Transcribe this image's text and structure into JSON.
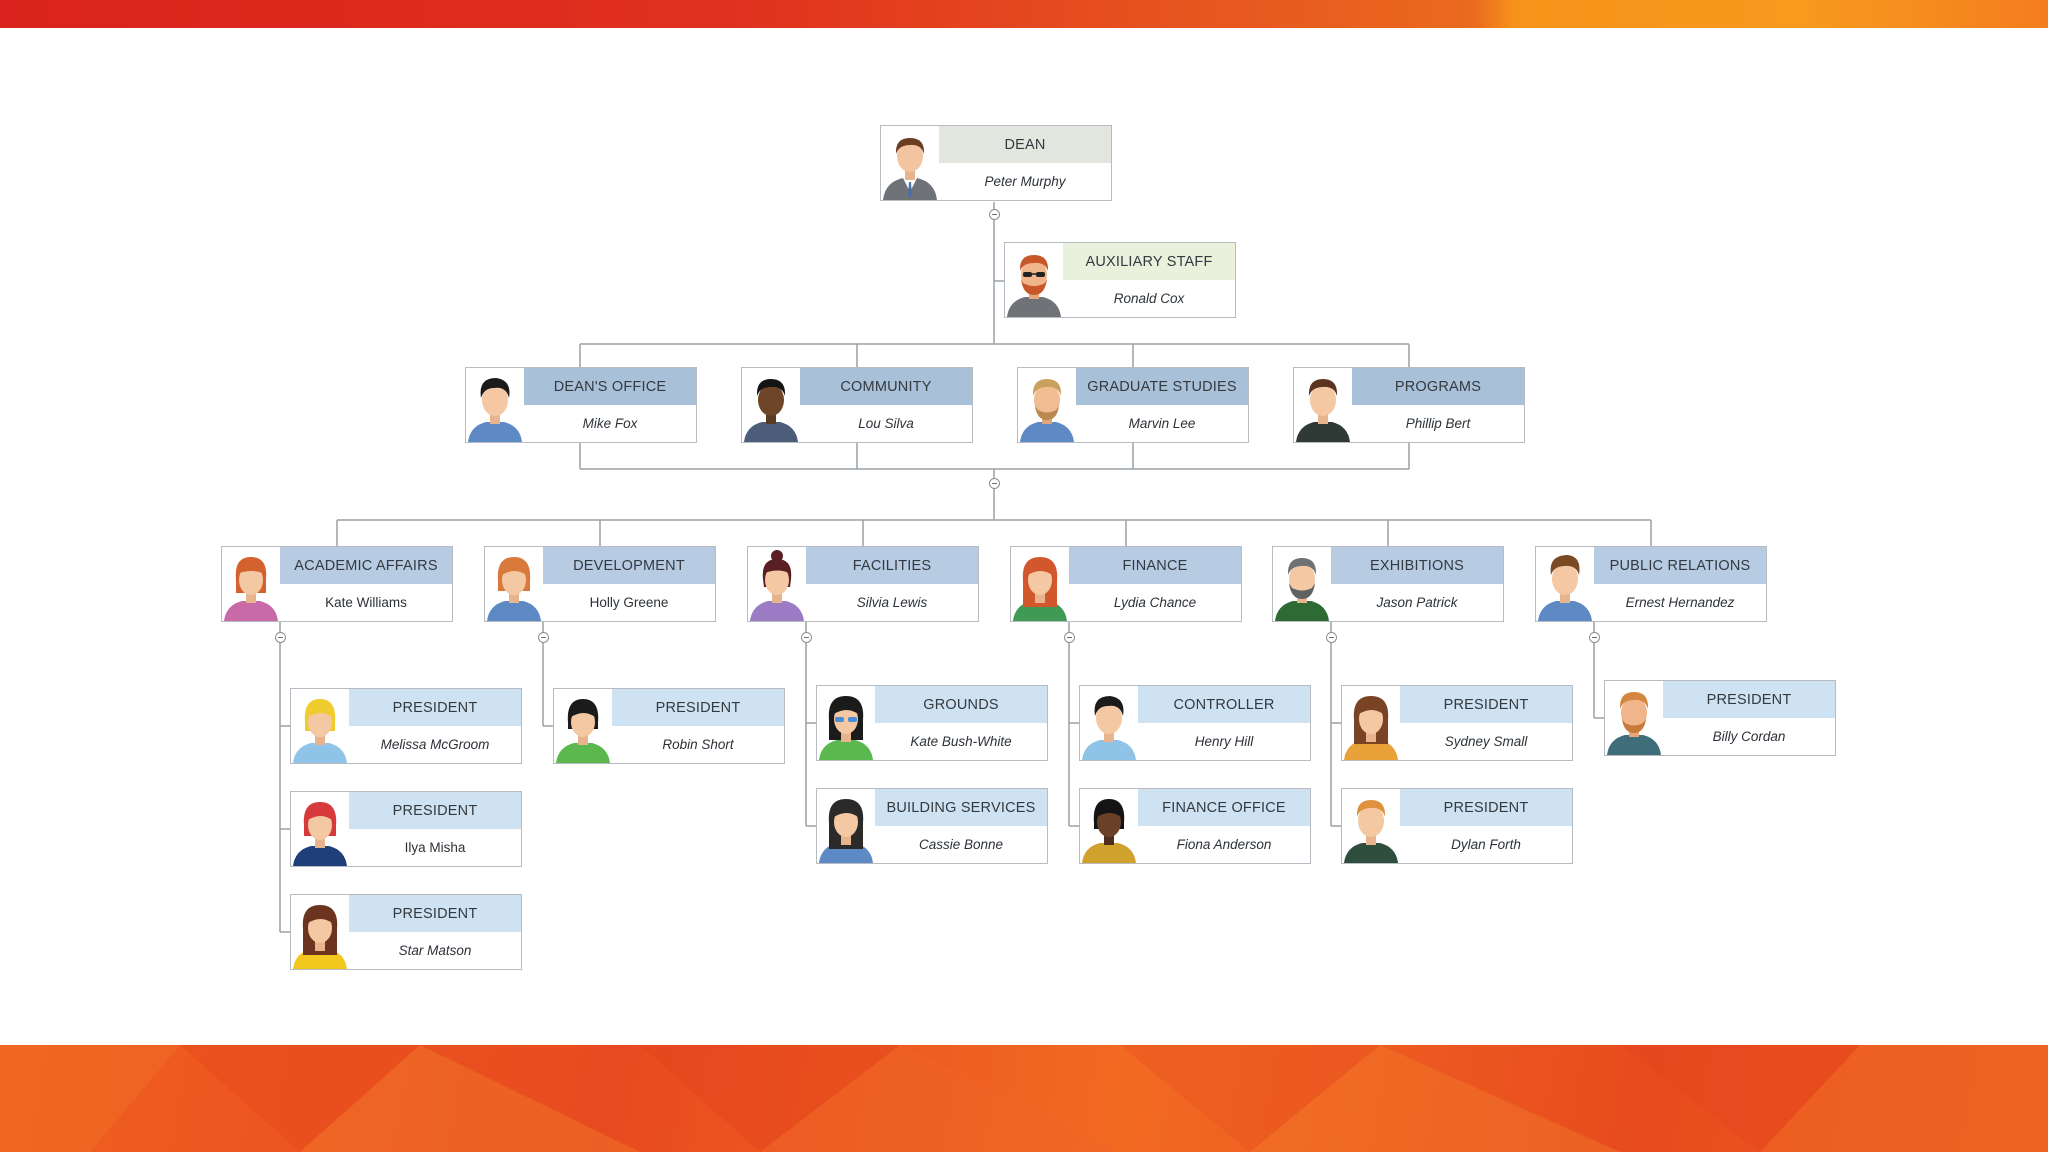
{
  "colors": {
    "accent_orange": "#ea5a1f",
    "accent_red": "#d9231c",
    "line": "#9aa0a6"
  },
  "org": {
    "dean": {
      "title": "DEAN",
      "name": "Peter Murphy"
    },
    "auxiliary": {
      "title": "AUXILIARY STAFF",
      "name": "Ronald Cox"
    },
    "deans_office": {
      "title": "DEAN'S OFFICE",
      "name": "Mike Fox"
    },
    "community": {
      "title": "COMMUNITY",
      "name": "Lou Silva"
    },
    "graduate_studies": {
      "title": "GRADUATE STUDIES",
      "name": "Marvin Lee"
    },
    "programs": {
      "title": "PROGRAMS",
      "name": "Phillip Bert"
    },
    "academic_affairs": {
      "title": "ACADEMIC AFFAIRS",
      "name": "Kate Williams"
    },
    "development": {
      "title": "DEVELOPMENT",
      "name": "Holly Greene"
    },
    "facilities": {
      "title": "FACILITIES",
      "name": "Silvia Lewis"
    },
    "finance": {
      "title": "FINANCE",
      "name": "Lydia Chance"
    },
    "exhibitions": {
      "title": "EXHIBITIONS",
      "name": "Jason Patrick"
    },
    "public_relations": {
      "title": "PUBLIC RELATIONS",
      "name": "Ernest Hernandez"
    },
    "aa_president_1": {
      "title": "PRESIDENT",
      "name": "Melissa McGroom"
    },
    "aa_president_2": {
      "title": "PRESIDENT",
      "name": "Ilya Misha"
    },
    "aa_president_3": {
      "title": "PRESIDENT",
      "name": "Star Matson"
    },
    "dev_president": {
      "title": "PRESIDENT",
      "name": "Robin Short"
    },
    "grounds": {
      "title": "GROUNDS",
      "name": "Kate Bush-White"
    },
    "building_services": {
      "title": "BUILDING SERVICES",
      "name": "Cassie Bonne"
    },
    "controller": {
      "title": "CONTROLLER",
      "name": "Henry Hill"
    },
    "finance_office": {
      "title": "FINANCE OFFICE",
      "name": "Fiona Anderson"
    },
    "ex_president_1": {
      "title": "PRESIDENT",
      "name": "Sydney Small"
    },
    "ex_president_2": {
      "title": "PRESIDENT",
      "name": "Dylan Forth"
    },
    "pr_president": {
      "title": "PRESIDENT",
      "name": "Billy Cordan"
    }
  }
}
